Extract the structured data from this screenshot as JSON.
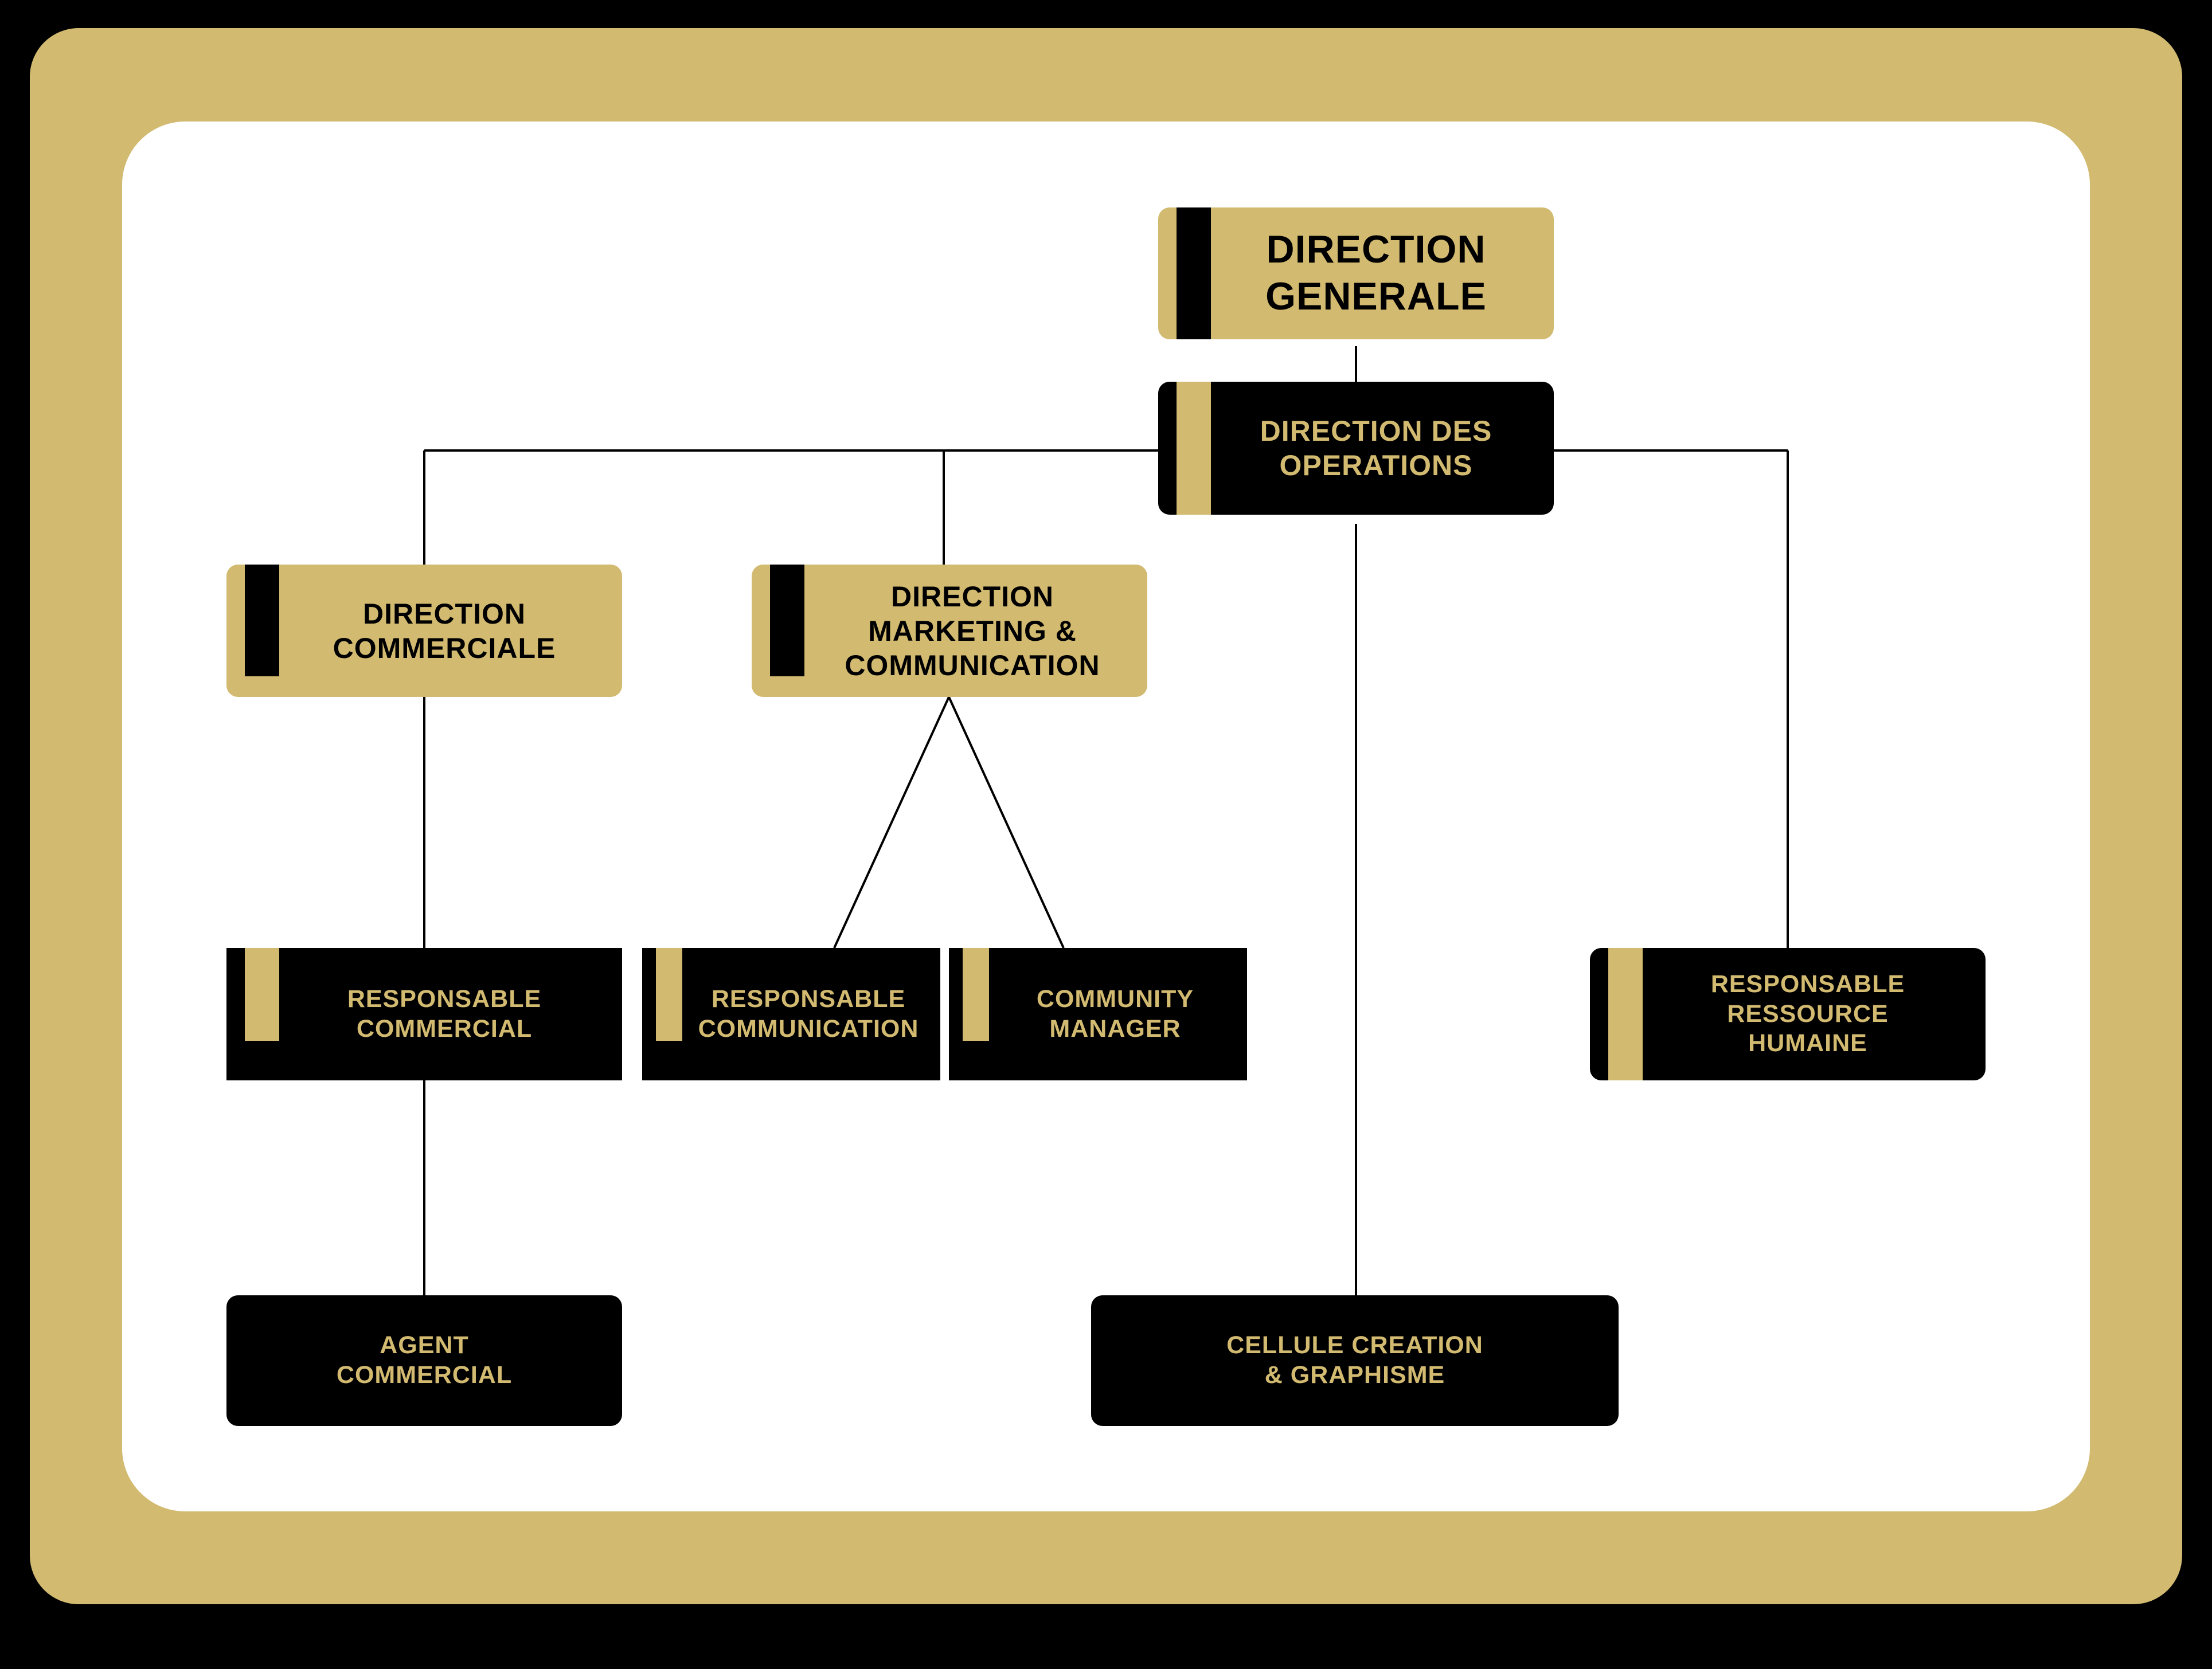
{
  "colors": {
    "gold": "#D2BA70",
    "black": "#000000",
    "white": "#FFFFFF",
    "line": "#000000"
  },
  "nodes": {
    "direction_generale": "DIRECTION\nGENERALE",
    "direction_operations": "DIRECTION DES\nOPERATIONS",
    "direction_commerciale": "DIRECTION\nCOMMERCIALE",
    "direction_marketing": "DIRECTION\nMARKETING &\nCOMMUNICATION",
    "responsable_commercial": "RESPONSABLE\nCOMMERCIAL",
    "responsable_communication": "RESPONSABLE\nCOMMUNICATION",
    "community_manager": "COMMUNITY\nMANAGER",
    "responsable_rh": "RESPONSABLE\nRESSOURCE\nHUMAINE",
    "agent_commercial": "AGENT\nCOMMERCIAL",
    "cellule_creation": "CELLULE CREATION\n& GRAPHISME"
  },
  "edges": [
    [
      "direction_generale",
      "direction_operations"
    ],
    [
      "direction_operations",
      "direction_commerciale"
    ],
    [
      "direction_operations",
      "direction_marketing"
    ],
    [
      "direction_operations",
      "responsable_rh"
    ],
    [
      "direction_operations",
      "cellule_creation"
    ],
    [
      "direction_commerciale",
      "responsable_commercial"
    ],
    [
      "responsable_commercial",
      "agent_commercial"
    ],
    [
      "direction_marketing",
      "responsable_communication"
    ],
    [
      "direction_marketing",
      "community_manager"
    ]
  ]
}
